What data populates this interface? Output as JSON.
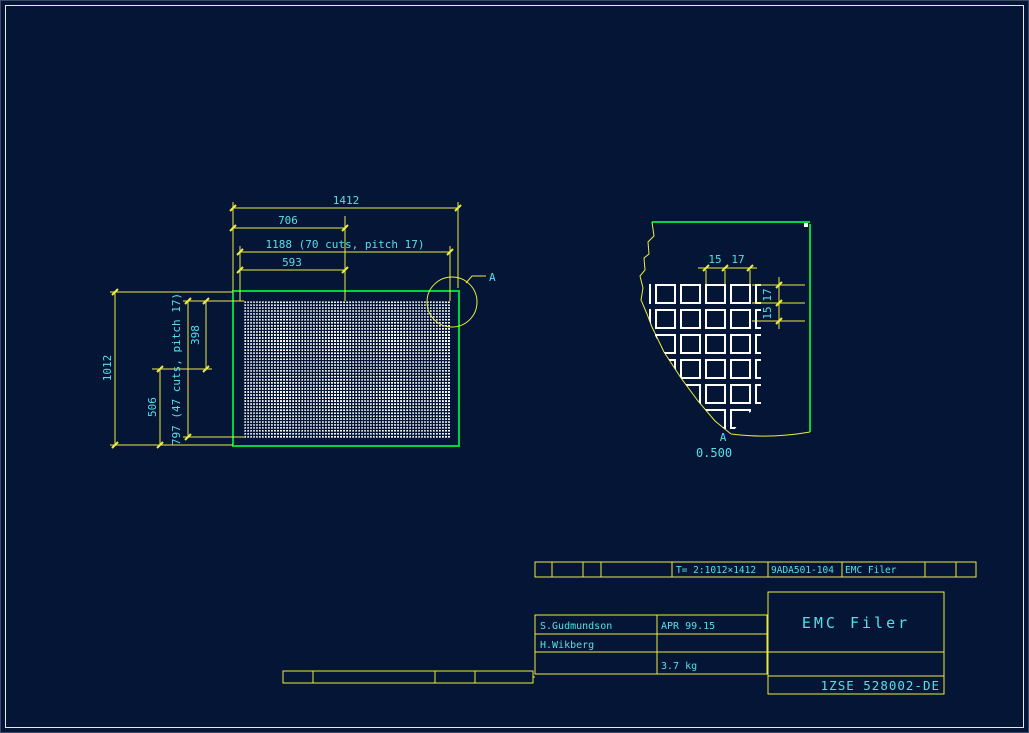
{
  "colors": {
    "background": "#041536",
    "frame": "#e8e8e8",
    "dimension_line": "#ecec3d",
    "dimension_text": "#55e0e8",
    "plate_edge_green": "#00d43c",
    "mesh_white": "#ffffff"
  },
  "main_view": {
    "dim_width_total": "1412",
    "dim_width_half": "706",
    "dim_width_cuts": "1188 (70 cuts, pitch 17)",
    "dim_width_inner": "593",
    "dim_height_total": "1012",
    "dim_height_half": "506",
    "dim_height_cuts": "797 (47 cuts, pitch 17)",
    "dim_height_inner": "398",
    "detail_marker": "A"
  },
  "detail_view": {
    "dim_cut_width": "15",
    "dim_pitch_width": "17",
    "dim_pitch_height": "17",
    "dim_cut_height": "15",
    "marker": "A",
    "scale": "0.500"
  },
  "info_strip": {
    "size_note": "T= 2:1012×1412",
    "item_ref": "9ADA501-104",
    "title": "EMC Filer"
  },
  "title_block": {
    "designed_by": "S.Gudmundson",
    "approved_date": "APR 99.15",
    "checked_by": "H.Wikberg",
    "weight": "3.7 kg",
    "title": "EMC Filer",
    "drawing_number": "1ZSE 528002-DE"
  }
}
